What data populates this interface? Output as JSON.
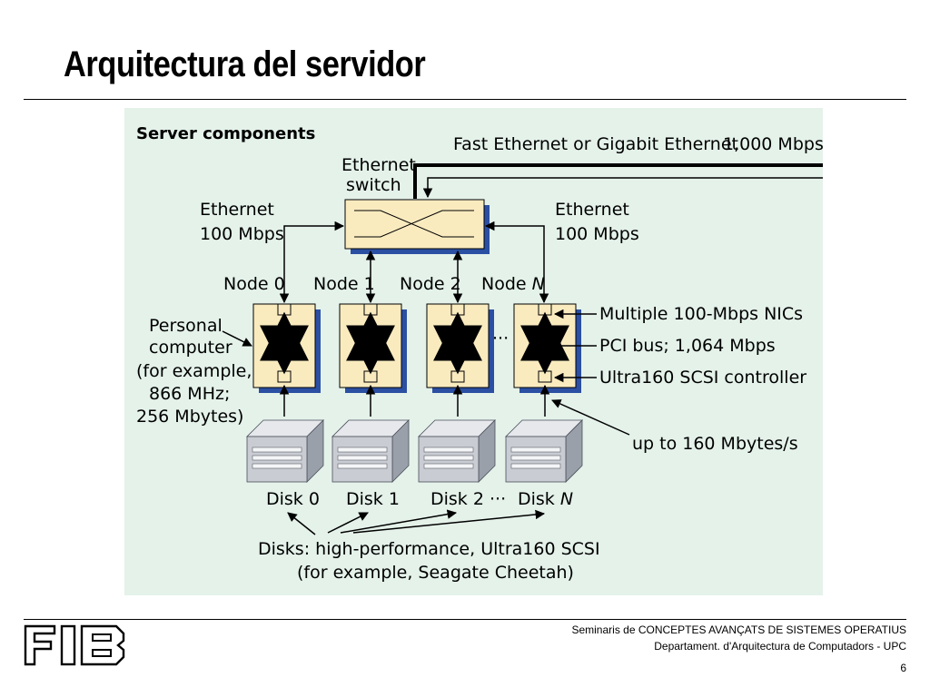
{
  "slide": {
    "title": "Arquitectura del servidor",
    "page_number": "6"
  },
  "footer": {
    "line1": "Seminaris de CONCEPTES AVANÇATS DE SISTEMES OPERATIUS",
    "line2": "Departament.  d'Arquitectura de Computadors - UPC",
    "logo_text": "FIB"
  },
  "diagram": {
    "heading": "Server components",
    "backbone_label": "Fast Ethernet or Gigabit Ethernet",
    "backbone_speed": "1,000 Mbps",
    "switch_label_1": "Ethernet",
    "switch_label_2": "switch",
    "left_link_1": "Ethernet",
    "left_link_2": "100 Mbps",
    "right_link_1": "Ethernet",
    "right_link_2": "100 Mbps",
    "nodes": [
      {
        "label": "Node 0",
        "disk": "Disk 0"
      },
      {
        "label": "Node 1",
        "disk": "Disk 1"
      },
      {
        "label": "Node 2",
        "disk": "Disk 2"
      },
      {
        "label": "Node N",
        "disk": "Disk N"
      }
    ],
    "node_prefix": "Node ",
    "disk_prefix": "Disk ",
    "n_symbol": "N",
    "ellipsis": "···",
    "pc_label": [
      "Personal",
      "computer",
      "(for example,",
      "866 MHz;",
      " 256 Mbytes)"
    ],
    "nic_label": "Multiple 100-Mbps NICs",
    "bus_label": "PCI bus; 1,064 Mbps",
    "scsi_label": "Ultra160 SCSI controller",
    "throughput_label": "up to 160 Mbytes/s",
    "disks_label_1": "Disks: high-performance, Ultra160 SCSI",
    "disks_label_2": "(for example, Seagate Cheetah)",
    "colors": {
      "background": "#e4f2ea",
      "node_fill": "#faebbf",
      "node_shadow": "#2b4fa3",
      "disk_fill": "#c9ccd2",
      "disk_shadow": "#7d8390"
    }
  }
}
